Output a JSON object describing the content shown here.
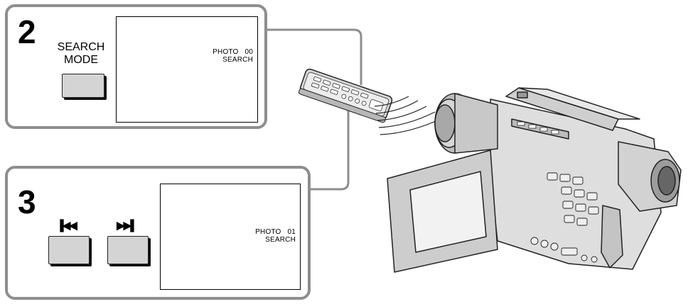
{
  "steps": [
    {
      "number": "2",
      "button_label_lines": [
        "SEARCH",
        "MODE"
      ],
      "screen_line_1": "PHOTO   00",
      "screen_line_2": "SEARCH"
    },
    {
      "number": "3",
      "prev_button_glyph": "▐◀◀",
      "next_button_glyph": "▶▶▌",
      "screen_line_1": "PHOTO   01",
      "screen_line_2": "SEARCH"
    }
  ],
  "icons": {
    "remote": "remote-commander-icon",
    "camcorder": "camcorder-icon",
    "signal": "infrared-signal-icon"
  },
  "colors": {
    "panel_border": "#8e8e8e",
    "button_fill": "#d4d4d4",
    "connector": "#8e8e8e"
  }
}
